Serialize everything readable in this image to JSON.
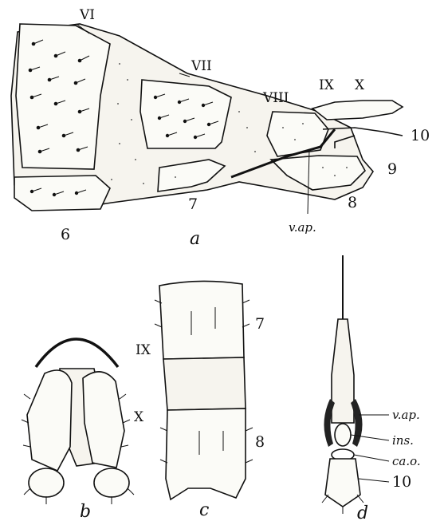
{
  "figure_a": {
    "panel_letter": "a",
    "tergite_labels": [
      "VI",
      "VII",
      "VIII",
      "IX",
      "X"
    ],
    "sternite_labels": [
      "6",
      "7",
      "8",
      "9",
      "10"
    ],
    "structure_label": "v.ap."
  },
  "figure_b": {
    "panel_letter": "b",
    "labels": [
      "IX",
      "X"
    ]
  },
  "figure_c": {
    "panel_letter": "c",
    "labels": [
      "7",
      "8"
    ]
  },
  "figure_d": {
    "panel_letter": "d",
    "labels": [
      "v.ap.",
      "ins.",
      "ca.o.",
      "10"
    ]
  }
}
